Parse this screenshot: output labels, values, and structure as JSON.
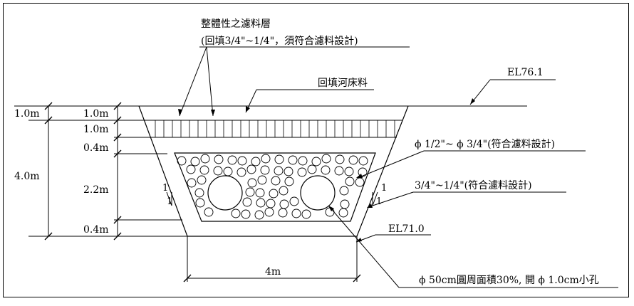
{
  "labels": {
    "filter_layer_title": "整體性之濾料層",
    "filter_layer_sub": "(回填3/4\"~1/4\"，須符合濾料設計)",
    "backfill_riverbed": "回填河床料",
    "el_top": "EL76.1",
    "el_bottom": "EL71.0",
    "gravel_large": "ϕ 1/2\"~ ϕ 3/4\"(符合濾料設計)",
    "gravel_small": "3/4\"~1/4\"(符合濾料設計)",
    "pipe_note": "ϕ 50cm圓周面積30%, 開 ϕ 1.0cm小孔",
    "width_4m": "4m"
  },
  "dimensions": {
    "outer_1m": "1.0m",
    "outer_4m": "4.0m",
    "inner_1m_a": "1.0m",
    "inner_1m_b": "1.0m",
    "inner_04_top": "0.4m",
    "inner_22": "2.2m",
    "inner_04_bottom": "0.4m"
  },
  "slopes": {
    "left_top": "1",
    "left_bottom": "1",
    "right_top": "1",
    "right_bottom": "1"
  }
}
